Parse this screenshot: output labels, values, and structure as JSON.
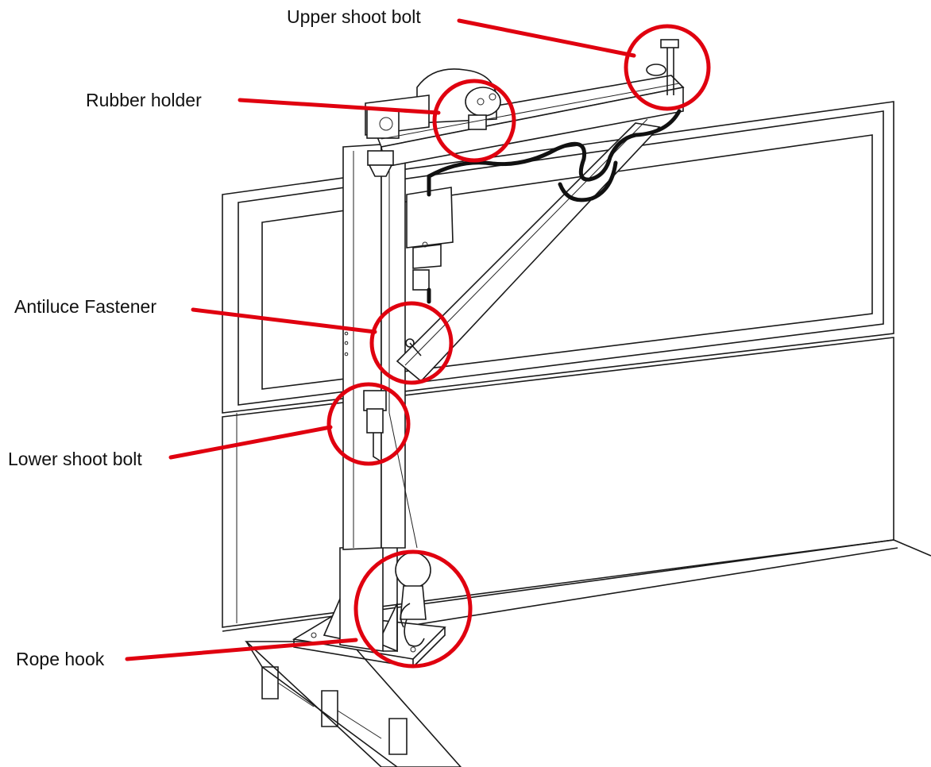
{
  "callouts": [
    {
      "label": "Upper shoot bolt"
    },
    {
      "label": "Rubber holder"
    },
    {
      "label": "Antiluce Fastener"
    },
    {
      "label": "Lower shoot bolt"
    },
    {
      "label": "Rope hook"
    }
  ],
  "colors": {
    "callout": "#e0000f",
    "drawing": "#1a1a1a",
    "background": "#ffffff"
  }
}
